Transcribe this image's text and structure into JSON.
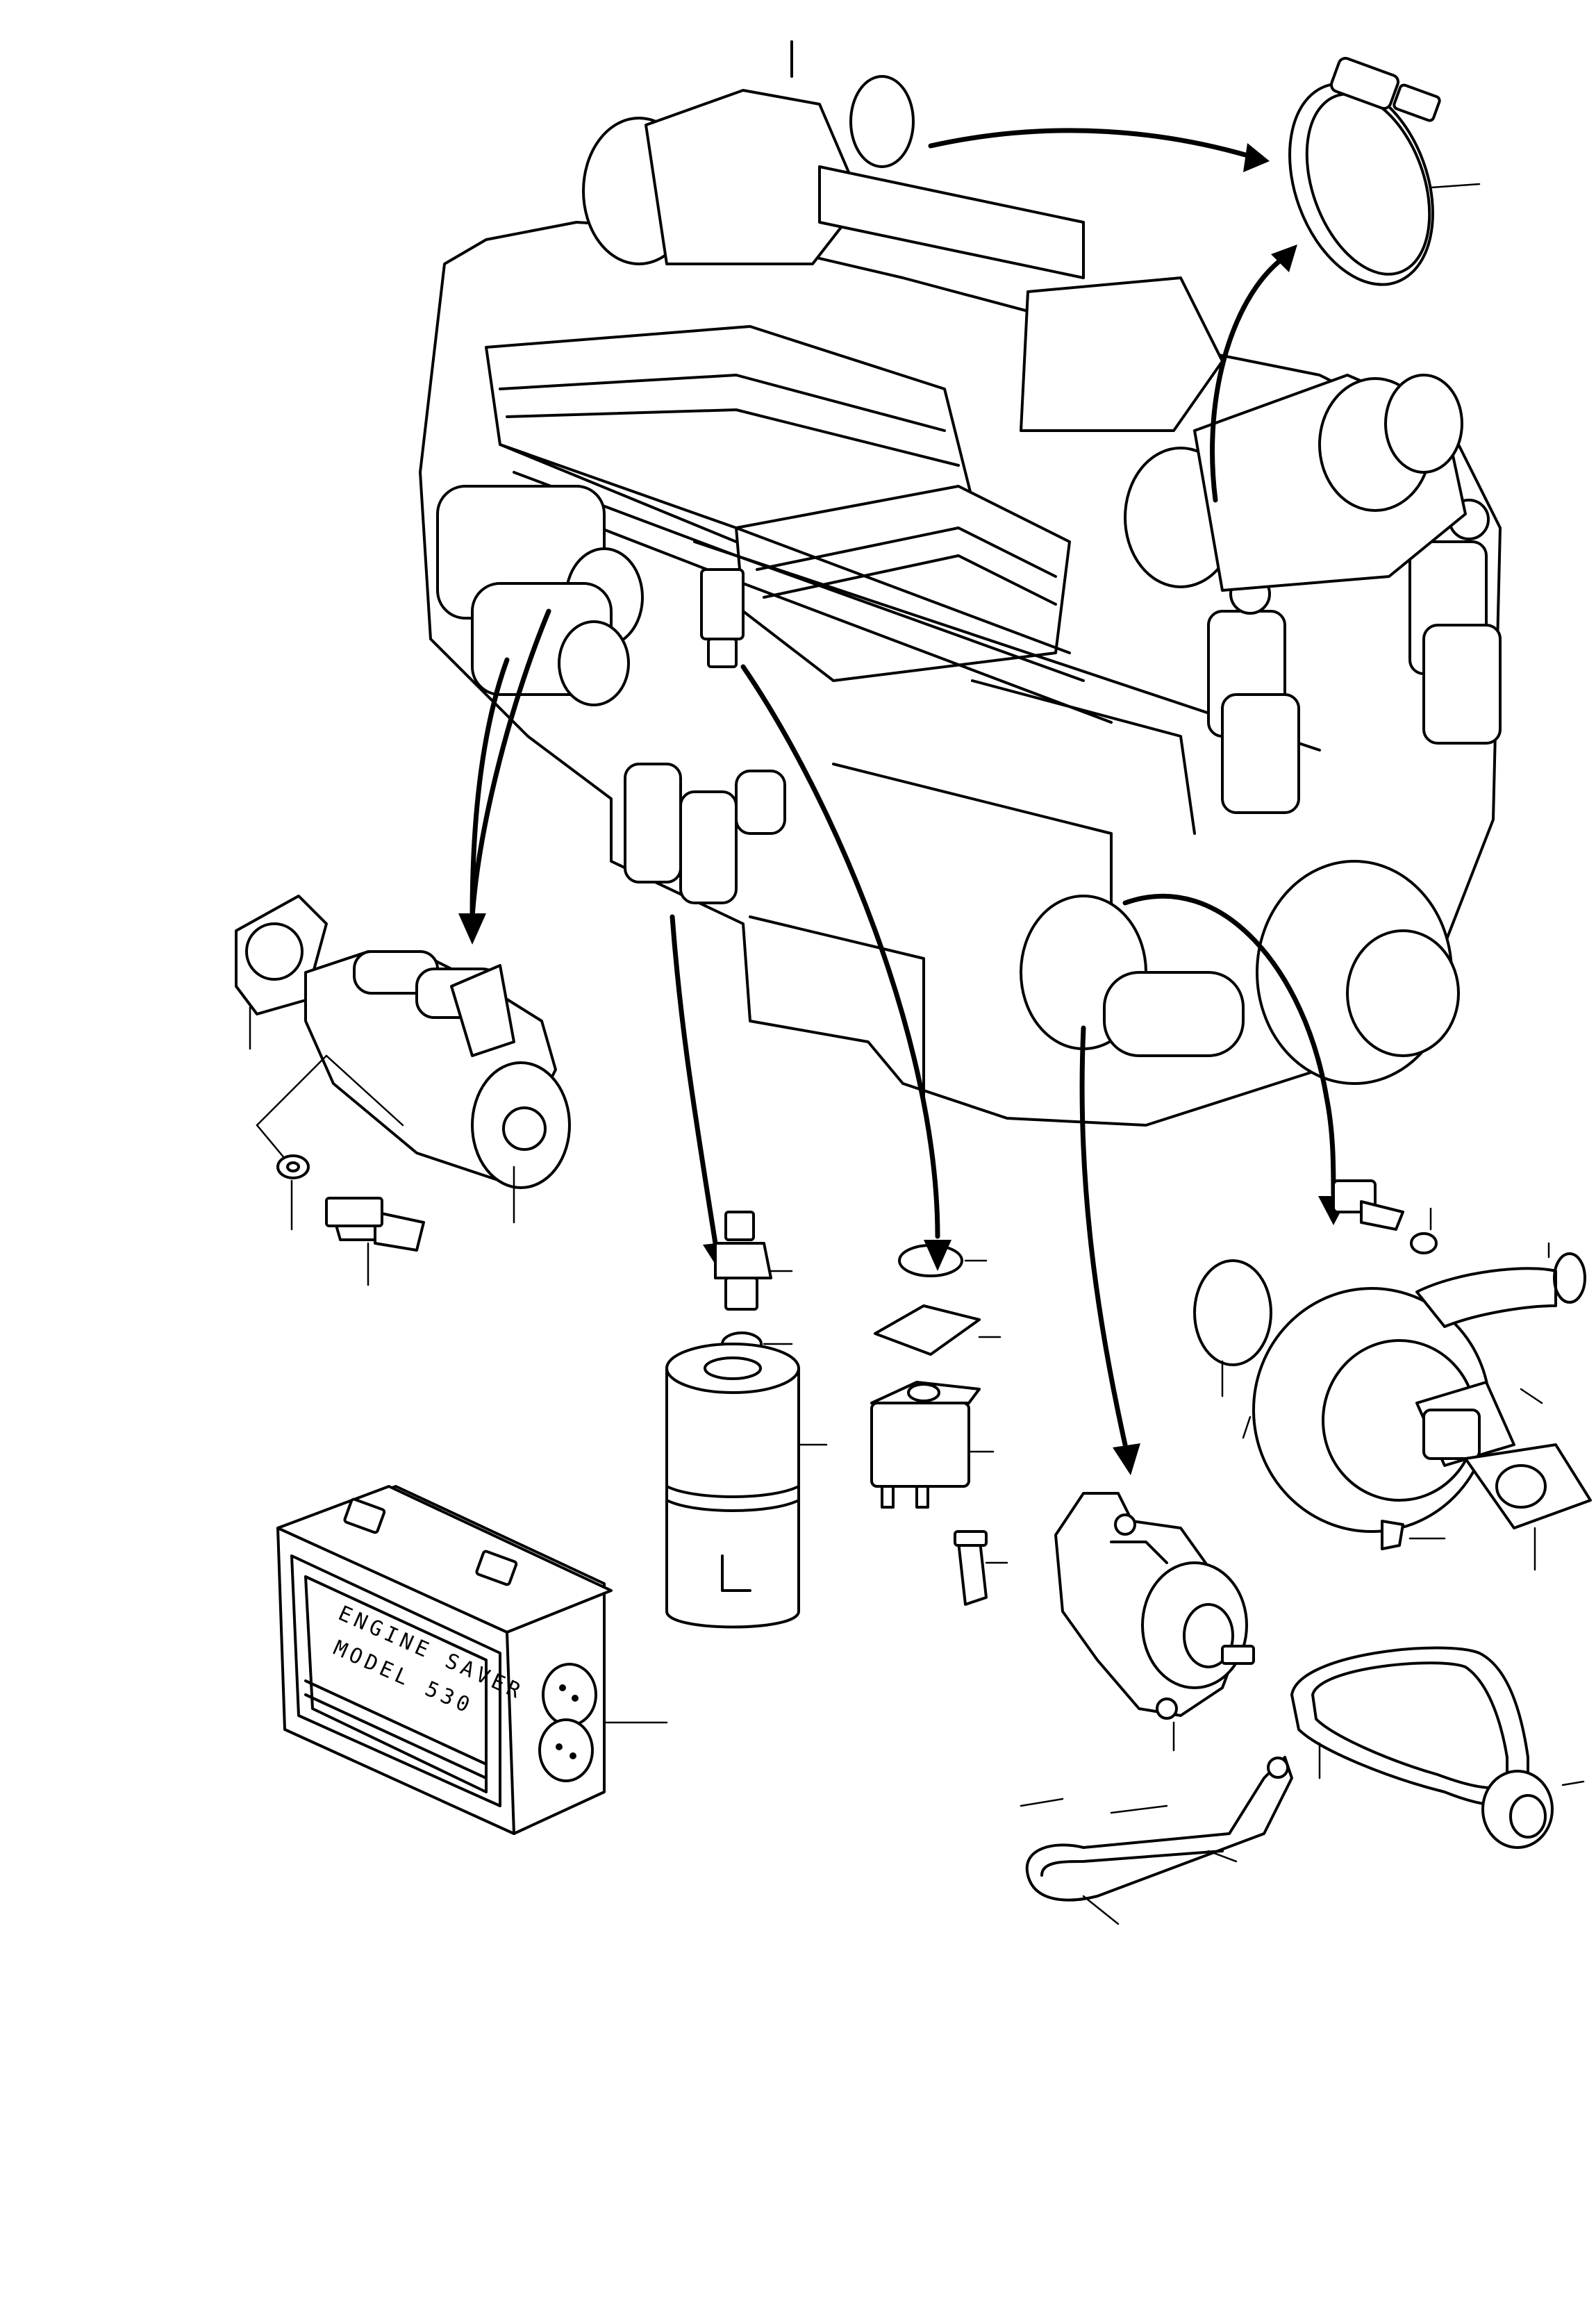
{
  "diagram": {
    "type": "exploded-parts-illustration",
    "line_color": "#000000",
    "background_color": "#ffffff",
    "callout_labels_shown": false
  },
  "engine_saver": {
    "plate_line_1": "ENGINE SAVER",
    "plate_line_2": "MODEL 530"
  },
  "parts": [
    {
      "id": "engine-block",
      "icon": "engine-icon"
    },
    {
      "id": "hose-clamp",
      "icon": "clamp-icon"
    },
    {
      "id": "starter-motor",
      "icon": "starter-icon"
    },
    {
      "id": "oil-pressure-sender",
      "icon": "sender-icon"
    },
    {
      "id": "fuel-solenoid",
      "icon": "solenoid-icon"
    },
    {
      "id": "water-pump",
      "icon": "pump-icon"
    },
    {
      "id": "alternator",
      "icon": "alternator-icon"
    },
    {
      "id": "v-belt",
      "icon": "belt-icon"
    },
    {
      "id": "adjusting-bracket",
      "icon": "bracket-icon"
    },
    {
      "id": "engine-saver-module",
      "icon": "module-icon"
    }
  ]
}
